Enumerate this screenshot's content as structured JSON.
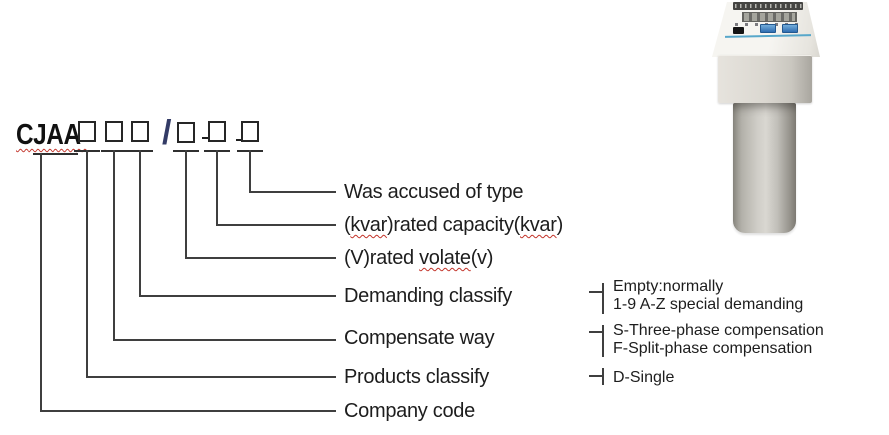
{
  "title_code": {
    "prefix": "CJAA-",
    "slash": "/",
    "box_count": 6
  },
  "field_labels": {
    "was_accused_of_type": "Was accused of type",
    "rated_capacity": {
      "p1": "(",
      "sq1": "kvar",
      "p2": ")rated capacity(",
      "sq2": "kvar",
      "p3": ")"
    },
    "rated_voltage": {
      "p1": "(V)rated ",
      "sq": "volate",
      "p2": "(v)"
    },
    "demanding_classify": "Demanding classify",
    "compensate_way": "Compensate way",
    "products_classify": "Products classify",
    "company_code": "Company code"
  },
  "annotations": {
    "demanding": [
      "Empty:normally",
      "1-9 A-Z special demanding"
    ],
    "compensate": [
      "S-Three-phase compensation",
      "F-Split-phase compensation"
    ],
    "products": [
      "D-Single"
    ]
  },
  "colors": {
    "diagram_line": "#3f3f3f",
    "text": "#1d1d1d",
    "spellcheck_squiggle": "#c23228",
    "device_button_blue": "#2f6db1",
    "device_accent_blue": "#57a7ca"
  }
}
